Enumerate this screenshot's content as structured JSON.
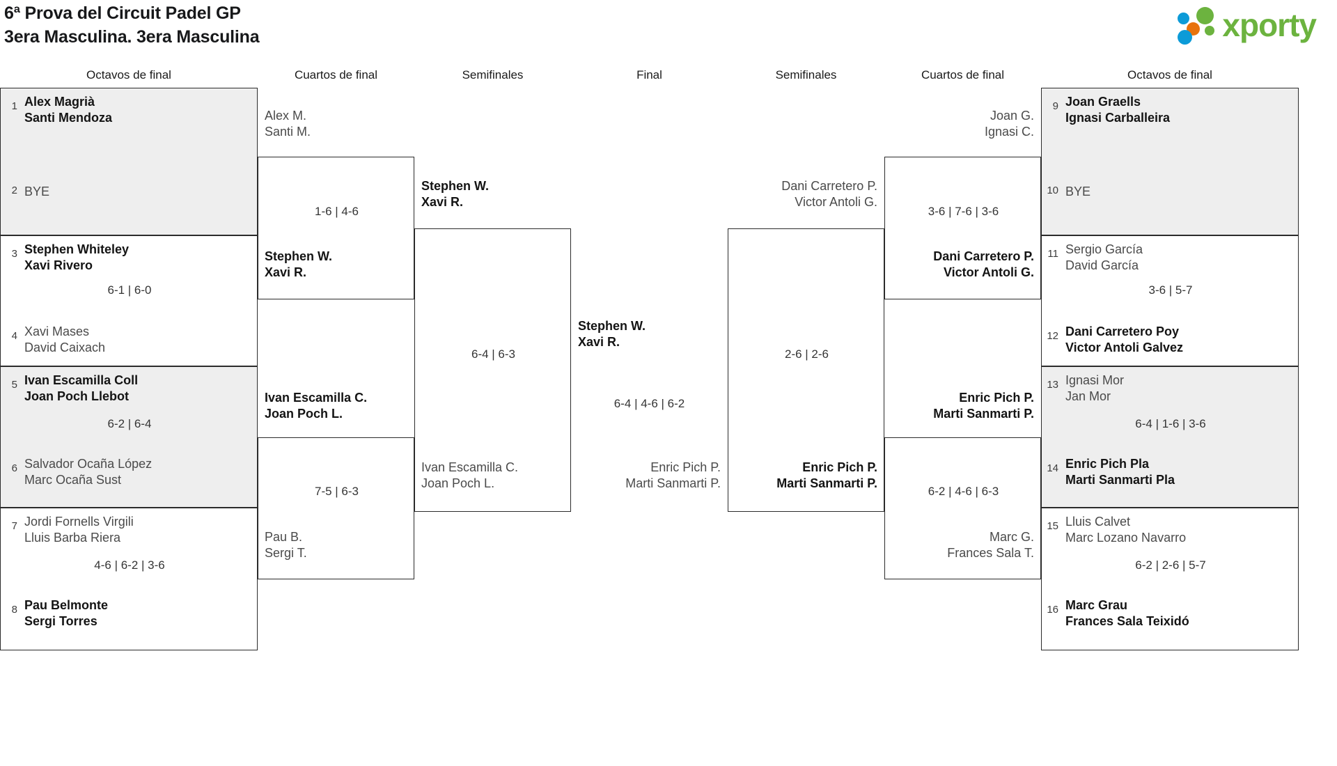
{
  "header": {
    "title_line1": "6ª Prova del Circuit Padel GP",
    "title_line2": "3era Masculina. 3era Masculina",
    "logo": {
      "word": "xporty",
      "green": "#6CB33F",
      "blue": "#0C9BD8",
      "orange": "#E8730C"
    }
  },
  "round_headers": {
    "left_r16": "Octavos de final",
    "left_qf": "Cuartos de final",
    "left_sf": "Semifinales",
    "final": "Final",
    "right_sf": "Semifinales",
    "right_qf": "Cuartos de final",
    "right_r16": "Octavos de final"
  },
  "bracket": {
    "left_r16": [
      {
        "seed": "1",
        "p1": "Alex Magrià",
        "p2": "Santi Mendoza",
        "winner": true,
        "bye": false
      },
      {
        "seed": "2",
        "p1": "BYE",
        "p2": "",
        "winner": false,
        "bye": true
      },
      {
        "seed": "3",
        "p1": "Stephen Whiteley",
        "p2": "Xavi Rivero",
        "winner": true,
        "bye": false
      },
      {
        "seed": "4",
        "p1": "Xavi Mases",
        "p2": "David Caixach",
        "winner": false,
        "bye": false
      },
      {
        "seed": "5",
        "p1": "Ivan Escamilla Coll",
        "p2": "Joan Poch Llebot",
        "winner": true,
        "bye": false
      },
      {
        "seed": "6",
        "p1": "Salvador Ocaña López",
        "p2": "Marc Ocaña Sust",
        "winner": false,
        "bye": false
      },
      {
        "seed": "7",
        "p1": "Jordi Fornells Virgili",
        "p2": "Lluis Barba Riera",
        "winner": false,
        "bye": false
      },
      {
        "seed": "8",
        "p1": "Pau Belmonte",
        "p2": "Sergi Torres",
        "winner": true,
        "bye": false
      }
    ],
    "left_r16_scores": [
      "",
      "6-1 | 6-0",
      "6-2 | 6-4",
      "4-6 | 6-2 | 3-6"
    ],
    "right_r16": [
      {
        "seed": "9",
        "p1": "Joan Graells",
        "p2": "Ignasi Carballeira",
        "winner": true,
        "bye": false
      },
      {
        "seed": "10",
        "p1": "BYE",
        "p2": "",
        "winner": false,
        "bye": true
      },
      {
        "seed": "11",
        "p1": "Sergio García",
        "p2": "David García",
        "winner": false,
        "bye": false
      },
      {
        "seed": "12",
        "p1": "Dani Carretero Poy",
        "p2": "Victor Antoli Galvez",
        "winner": true,
        "bye": false
      },
      {
        "seed": "13",
        "p1": "Ignasi Mor",
        "p2": "Jan Mor",
        "winner": false,
        "bye": false
      },
      {
        "seed": "14",
        "p1": "Enric Pich Pla",
        "p2": "Marti Sanmarti Pla",
        "winner": true,
        "bye": false
      },
      {
        "seed": "15",
        "p1": "Lluis Calvet",
        "p2": "Marc Lozano Navarro",
        "winner": false,
        "bye": false
      },
      {
        "seed": "16",
        "p1": "Marc Grau",
        "p2": "Frances Sala Teixidó",
        "winner": true,
        "bye": false
      }
    ],
    "right_r16_scores": [
      "",
      "3-6 | 5-7",
      "6-4 | 1-6 | 3-6",
      "6-2 | 2-6 | 5-7"
    ],
    "left_qf": [
      {
        "top_p1": "Alex M.",
        "top_p2": "Santi M.",
        "top_winner": false,
        "bot_p1": "Stephen W.",
        "bot_p2": "Xavi R.",
        "bot_winner": true,
        "score": "1-6 | 4-6"
      },
      {
        "top_p1": "Ivan Escamilla C.",
        "top_p2": "Joan Poch L.",
        "top_winner": true,
        "bot_p1": "Pau B.",
        "bot_p2": "Sergi T.",
        "bot_winner": false,
        "score": "7-5 | 6-3"
      }
    ],
    "right_qf": [
      {
        "top_p1": "Joan G.",
        "top_p2": "Ignasi C.",
        "top_winner": false,
        "bot_p1": "Dani Carretero P.",
        "bot_p2": "Victor Antoli G.",
        "bot_winner": true,
        "score": "3-6 | 7-6 | 3-6"
      },
      {
        "top_p1": "Enric Pich P.",
        "top_p2": "Marti Sanmarti P.",
        "top_winner": true,
        "bot_p1": "Marc G.",
        "bot_p2": "Frances Sala T.",
        "bot_winner": false,
        "score": "6-2 | 4-6 | 6-3"
      }
    ],
    "left_sf": {
      "top_p1": "Stephen W.",
      "top_p2": "Xavi R.",
      "top_winner": true,
      "bot_p1": "Ivan Escamilla C.",
      "bot_p2": "Joan Poch L.",
      "bot_winner": false,
      "score": "6-4 | 6-3"
    },
    "right_sf": {
      "top_p1": "Dani Carretero P.",
      "top_p2": "Victor Antoli G.",
      "top_winner": false,
      "bot_p1": "Enric Pich P.",
      "bot_p2": "Marti Sanmarti P.",
      "bot_winner": true,
      "score": "2-6 | 2-6"
    },
    "final": {
      "top_p1": "Stephen W.",
      "top_p2": "Xavi R.",
      "top_winner": true,
      "bot_p1": "Enric Pich P.",
      "bot_p2": "Marti Sanmarti P.",
      "bot_winner": false,
      "score": "6-4 | 4-6 | 6-2"
    }
  }
}
